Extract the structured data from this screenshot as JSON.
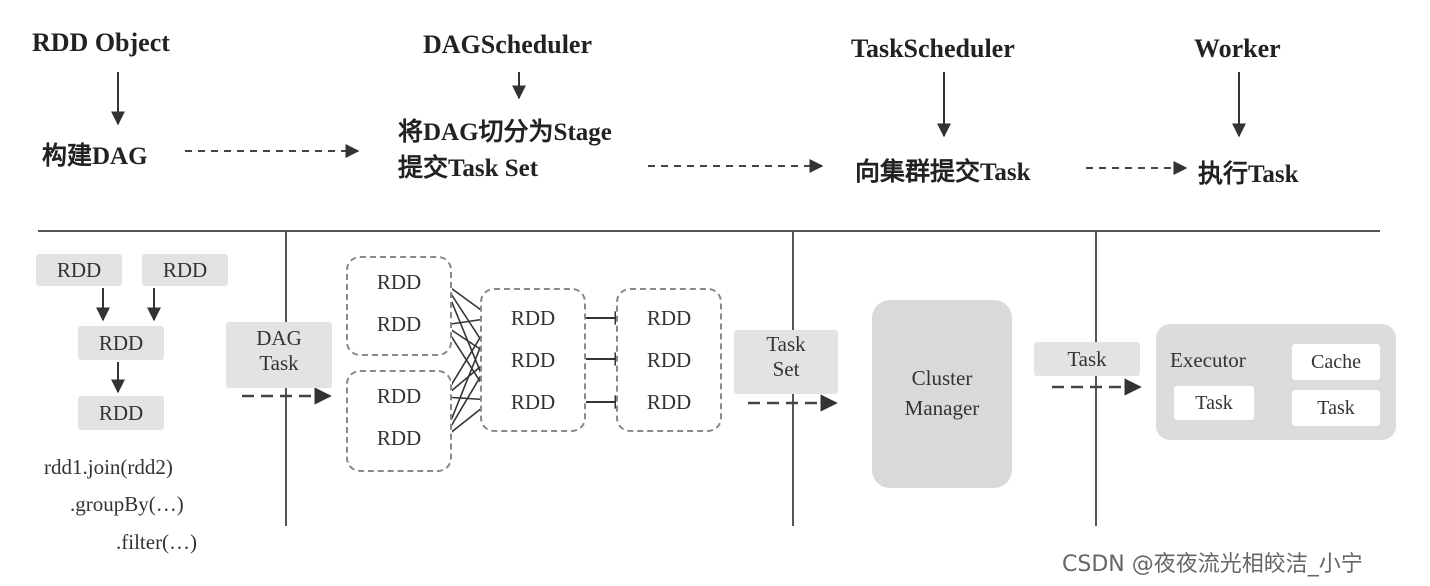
{
  "stages": {
    "rdd_object": {
      "title": "RDD Object",
      "step": "构建DAG"
    },
    "dag_scheduler": {
      "title": "DAGScheduler",
      "step1": "将DAG切分为Stage",
      "step2": "提交Task Set"
    },
    "task_scheduler": {
      "title": "TaskScheduler",
      "step": "向集群提交Task"
    },
    "worker": {
      "title": "Worker",
      "step": "执行Task"
    }
  },
  "rdd_panel": {
    "top_left": "RDD",
    "top_right": "RDD",
    "middle": "RDD",
    "bottom": "RDD",
    "code_line1": "rdd1.join(rdd2)",
    "code_line2": ".groupBy(…)",
    "code_line3": ".filter(…)"
  },
  "dag_task": {
    "line1": "DAG",
    "line2": "Task"
  },
  "dag_graph": {
    "group1": [
      "RDD",
      "RDD"
    ],
    "group2": [
      "RDD",
      "RDD"
    ],
    "stage1": [
      "RDD",
      "RDD",
      "RDD"
    ],
    "stage2": [
      "RDD",
      "RDD",
      "RDD"
    ]
  },
  "task_set": {
    "line1": "Task",
    "line2": "Set"
  },
  "cluster_manager": {
    "line1": "Cluster",
    "line2": "Manager"
  },
  "task_label": "Task",
  "executor": {
    "title": "Executor",
    "cache": "Cache",
    "task1": "Task",
    "task2": "Task"
  },
  "watermark": "CSDN @夜夜流光相皎洁_小宁"
}
